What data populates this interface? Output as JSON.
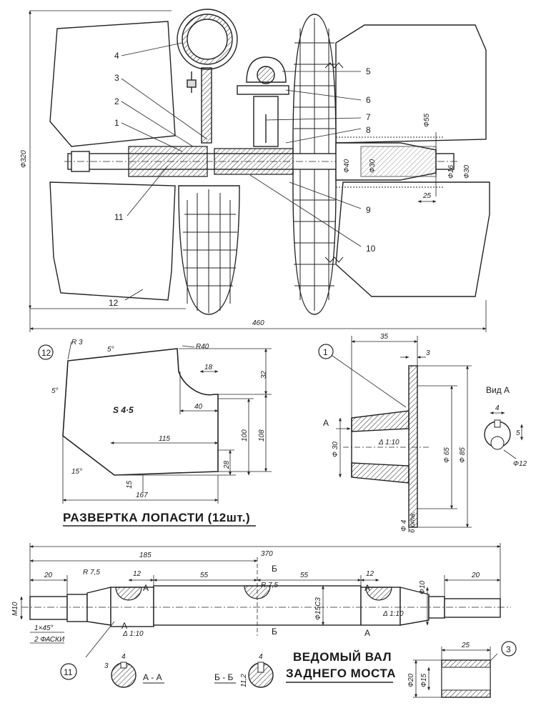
{
  "top_assembly": {
    "callouts": [
      "1",
      "2",
      "3",
      "4",
      "5",
      "6",
      "7",
      "8",
      "9",
      "10",
      "11",
      "12"
    ],
    "dims": {
      "phi320": "Ф320",
      "d460": "460",
      "phi55": "Ф55",
      "phi40": "Ф40",
      "phi30": "Ф30",
      "phi16": "Ф16",
      "phi30b": "Ф30",
      "d25": "25"
    }
  },
  "blade": {
    "badge": "12",
    "material": "S 4·5",
    "title": "РАЗВЕРТКА ЛОПАСТИ (12шт.)",
    "dims": {
      "r3": "R 3",
      "r40": "R40",
      "a5top": "5°",
      "a5left": "5°",
      "a15": "15°",
      "d18": "18",
      "d32": "32",
      "d40": "40",
      "d115": "115",
      "d100": "100",
      "d108": "108",
      "d28": "28",
      "d15": "15",
      "d167": "167"
    }
  },
  "hub": {
    "badge": "1",
    "section_mark": "А",
    "view_title": "Вид А",
    "dims": {
      "d35": "35",
      "d3": "3",
      "phi30": "Ф 30",
      "taper": "Δ 1:10",
      "phi65": "Ф 65",
      "phi85": "Ф 85",
      "phi4": "Ф 4",
      "holes": "6 отв.",
      "d4": "4",
      "d5": "5",
      "phi12": "Ф12"
    }
  },
  "shaft": {
    "badge": "11",
    "title_line1": "ВЕДОМЫЙ ВАЛ",
    "title_line2": "ЗАДНЕГО МОСТА",
    "dims": {
      "d370": "370",
      "d185": "185",
      "d20l": "20",
      "d20r": "20",
      "r75l": "R 7,5",
      "r75m": "R 7,5",
      "d12l": "12",
      "d12r": "12",
      "d55l": "55",
      "d55r": "55",
      "phi10": "Ф10",
      "phi15": "Ф15С3",
      "m10": "М10",
      "chamfer": "1×45°",
      "chamfer2": "2 ФАСКИ",
      "taper_l": "Δ 1:10",
      "taper_r": "Δ 1:10"
    },
    "cut_marks": {
      "a": "А",
      "b": "Б"
    },
    "sections": {
      "aa_label": "А - А",
      "bb_label": "Б - Б",
      "aa_width": "4",
      "aa_depth": "3",
      "bb_width": "4",
      "bb_depth": "11,2"
    }
  },
  "bushing": {
    "badge": "3",
    "dims": {
      "len": "25",
      "phi20": "Ф20",
      "phi15": "Ф15"
    }
  }
}
